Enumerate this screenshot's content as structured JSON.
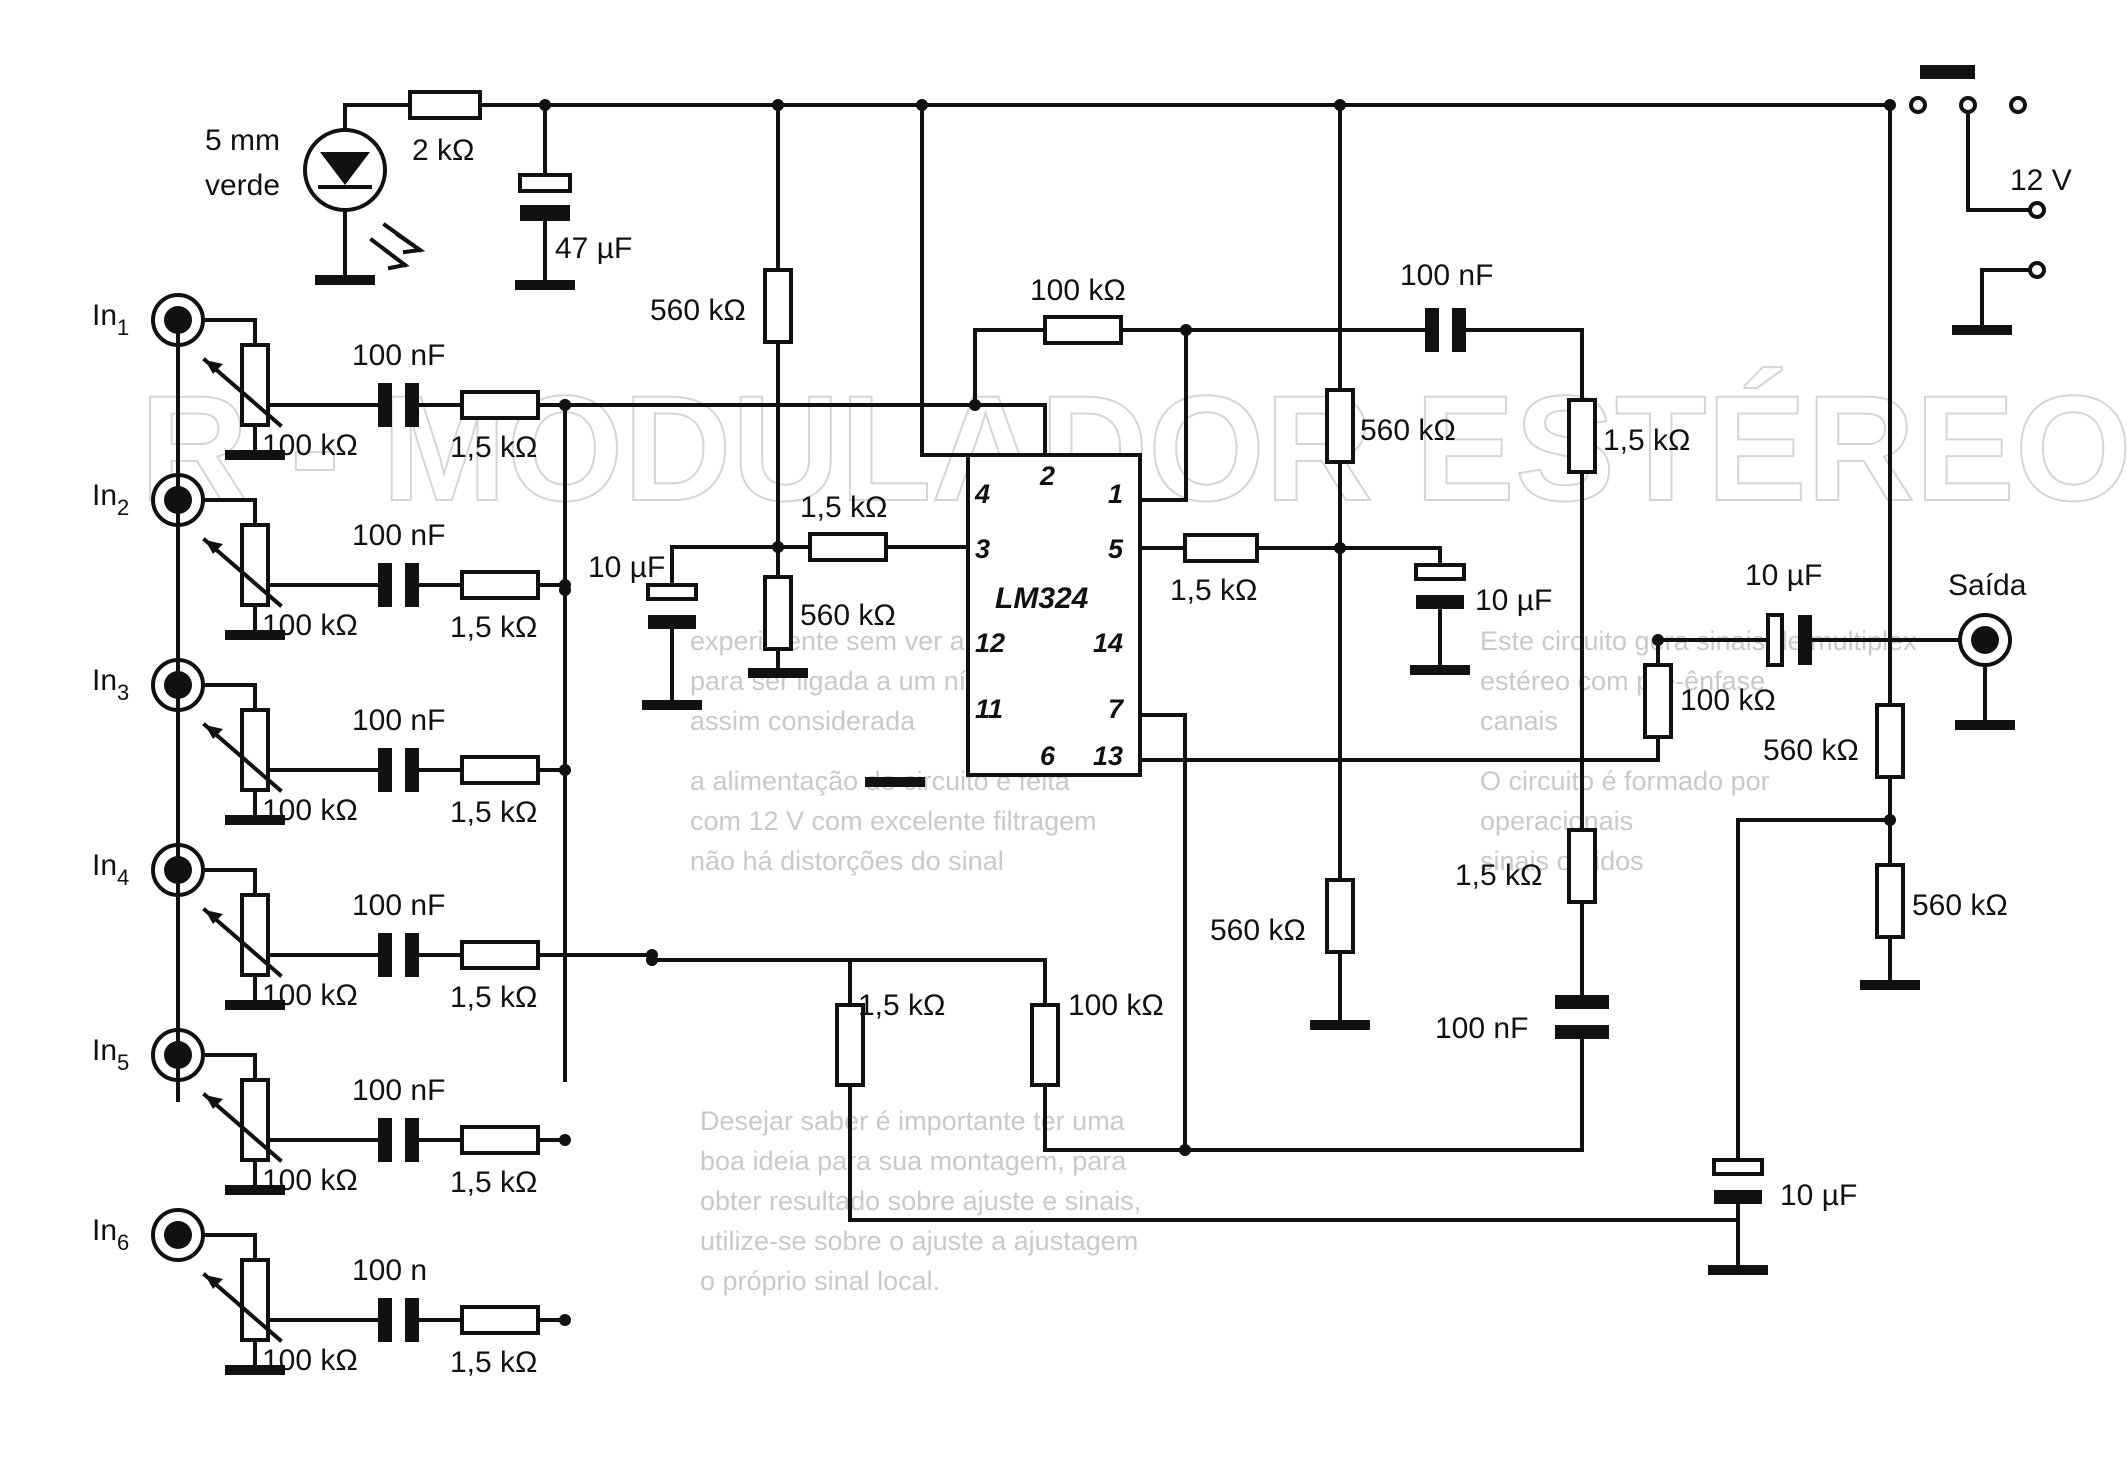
{
  "diagram": {
    "led": {
      "size": "5 mm",
      "color": "verde"
    },
    "supply": {
      "voltage": "12 V"
    },
    "output": {
      "label": "Saída"
    },
    "ic": {
      "name": "LM324",
      "pins": [
        "2",
        "1",
        "4",
        "3",
        "5",
        "12",
        "14",
        "11",
        "7",
        "6",
        "13"
      ]
    },
    "inputs": [
      {
        "prefix": "In",
        "index": "1",
        "pot": "100 kΩ",
        "cap": "100 nF",
        "res": "1,5 kΩ"
      },
      {
        "prefix": "In",
        "index": "2",
        "pot": "100 kΩ",
        "cap": "100 nF",
        "res": "1,5 kΩ"
      },
      {
        "prefix": "In",
        "index": "3",
        "pot": "100 kΩ",
        "cap": "100 nF",
        "res": "1,5 kΩ"
      },
      {
        "prefix": "In",
        "index": "4",
        "pot": "100 kΩ",
        "cap": "100 nF",
        "res": "1,5 kΩ"
      },
      {
        "prefix": "In",
        "index": "5",
        "pot": "100 kΩ",
        "cap": "100 nF",
        "res": "1,5 kΩ"
      },
      {
        "prefix": "In",
        "index": "6",
        "pot": "100 kΩ",
        "cap": "100 n",
        "res": "1,5 kΩ"
      }
    ],
    "components": {
      "r_led": "2 kΩ",
      "c_supply": "47 µF",
      "r_bias_top": "560 kΩ",
      "r_bias_bot": "560 kΩ",
      "c_bias": "10 µF",
      "r_in3": "1,5 kΩ",
      "r_fb": "100 kΩ",
      "c_fb": "100 nF",
      "r_out5": "1,5 kΩ",
      "c_out5": "10 µF",
      "r_mid_top": "560 kΩ",
      "r_mid_bot": "560 kΩ",
      "r_right": "1,5 kΩ",
      "r_right_low": "1,5 kΩ",
      "c_right_low": "100 nF",
      "c_out": "10 µF",
      "r_out_load": "100 kΩ",
      "r_div_top": "560 kΩ",
      "r_div_bot": "560 kΩ",
      "c_div": "10 µF",
      "r_bottom_left": "1,5 kΩ",
      "r_bottom_fb": "100 kΩ"
    }
  },
  "background_text": {
    "title": "R - MODULADOR ESTÉREO MS",
    "col1": [
      "Desejar saber é importante ter uma",
      "boa ideia para sua montagem, para",
      "obter resultado sobre ajuste e sinais,",
      "utilize-se sobre o ajuste a ajustagem",
      "o próprio sinal local."
    ],
    "col2": [
      "experimente sem ver a estrela",
      "para ser ligada a um nível",
      "assim considerada",
      "a alimentação do circuito é feita",
      "com 12 V com excelente filtragem",
      "não há distorções do sinal"
    ],
    "col3": [
      "Este circuito gera sinais de multiplex",
      "estéreo com pré-ênfase",
      "canais",
      "O circuito é formado por",
      "operacionais",
      "sinais obtidos"
    ]
  }
}
